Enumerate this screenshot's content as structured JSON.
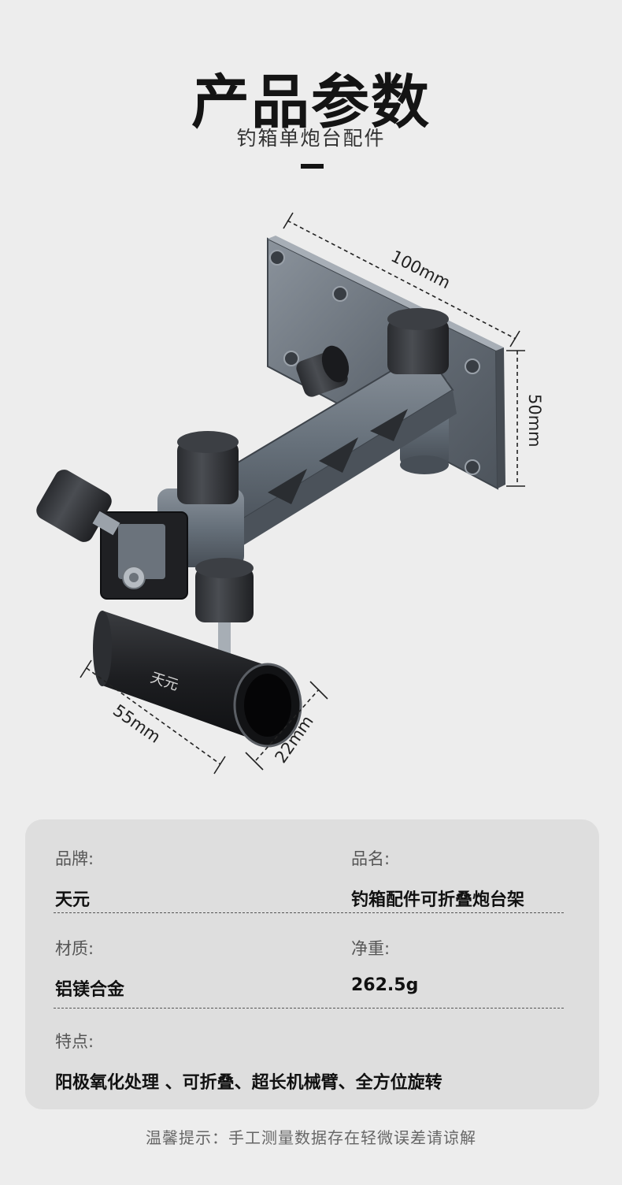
{
  "header": {
    "title": "产品参数",
    "subtitle": "钓箱单炮台配件"
  },
  "figure": {
    "dim_length": "100mm",
    "dim_height": "50mm",
    "dim_tube_length": "55mm",
    "dim_tube_diameter": "22mm",
    "logo_text": "天元"
  },
  "specs": {
    "brand_label": "品牌:",
    "brand_value": "天元",
    "name_label": "品名:",
    "name_value": "钓箱配件可折叠炮台架",
    "material_label": "材质:",
    "material_value": "铝镁合金",
    "weight_label": "净重:",
    "weight_value": "262.5g",
    "features_label": "特点:",
    "features_value": "阳极氧化处理 、可折叠、超长机械臂、全方位旋转"
  },
  "footer": {
    "note": "温馨提示：手工测量数据存在轻微误差请谅解"
  },
  "colors": {
    "background": "#ededed",
    "card": "#dedede",
    "metal_gray": "#5f6770",
    "black_anodized": "#1e1f22"
  }
}
